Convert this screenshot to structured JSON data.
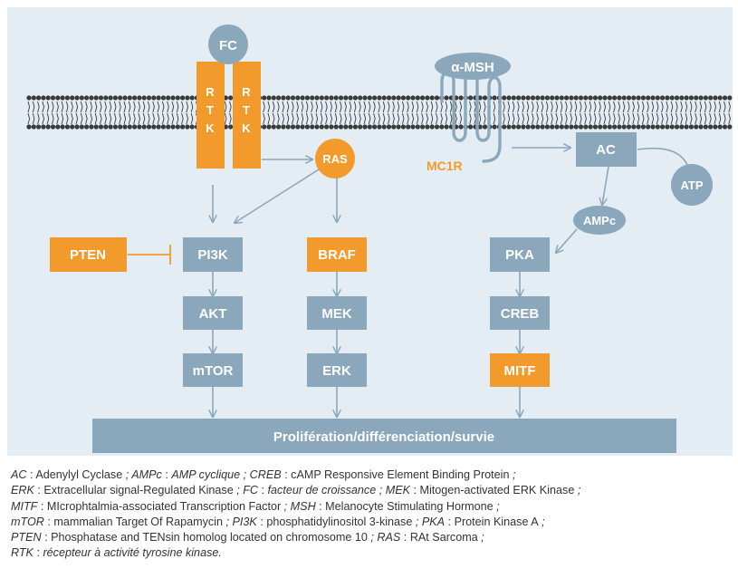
{
  "colors": {
    "panel": "#e3edf3",
    "blue_node": "#8aa7bb",
    "orange_node": "#f39a2c",
    "arrow": "#8aa7bb",
    "membrane": "#3a3a3a"
  },
  "nodes": {
    "fc": "FC",
    "rtk_left": [
      "R",
      "T",
      "K"
    ],
    "rtk_right": [
      "R",
      "T",
      "K"
    ],
    "ras": "RAS",
    "alpha_msh": "α-MSH",
    "mc1r": "MC1R",
    "ac": "AC",
    "atp": "ATP",
    "ampc": "AMPc",
    "pten": "PTEN",
    "pi3k": "PI3K",
    "braf": "BRAF",
    "pka": "PKA",
    "akt": "AKT",
    "mek": "MEK",
    "creb": "CREB",
    "mtor": "mTOR",
    "erk": "ERK",
    "mitf": "MITF",
    "outcome": "Prolifération/différenciation/survie"
  },
  "legend": [
    [
      {
        "abbr": "AC",
        "def": "Adenylyl Cyclase",
        "def_italic": false
      },
      {
        "abbr": "AMPc",
        "def": "AMP cyclique",
        "def_italic": true
      },
      {
        "abbr": "CREB",
        "def": "cAMP Responsive Element Binding Protein",
        "def_italic": false
      }
    ],
    [
      {
        "abbr": "ERK",
        "def": "Extracellular signal-Regulated Kinase",
        "def_italic": false
      },
      {
        "abbr": "FC",
        "def": "facteur de croissance",
        "def_italic": true
      },
      {
        "abbr": "MEK",
        "def": "Mitogen-activated ERK Kinase",
        "def_italic": false
      }
    ],
    [
      {
        "abbr": "MITF",
        "def": "MIcrophtalmia-associated Transcription Factor",
        "def_italic": false
      },
      {
        "abbr": "MSH",
        "def": "Melanocyte Stimulating Hormone",
        "def_italic": false
      }
    ],
    [
      {
        "abbr": "mTOR",
        "def": "mammalian Target Of Rapamycin",
        "def_italic": false
      },
      {
        "abbr": "PI3K",
        "def": "phosphatidylinositol 3-kinase",
        "def_italic": false
      },
      {
        "abbr": "PKA",
        "def": "Protein Kinase A",
        "def_italic": false
      }
    ],
    [
      {
        "abbr": "PTEN",
        "def": "Phosphatase and TENsin homolog located on chromosome 10",
        "def_italic": false
      },
      {
        "abbr": "RAS",
        "def": "RAt Sarcoma",
        "def_italic": false
      }
    ],
    [
      {
        "abbr": "RTK",
        "def": "récepteur à activité tyrosine kinase.",
        "def_italic": true
      }
    ]
  ]
}
